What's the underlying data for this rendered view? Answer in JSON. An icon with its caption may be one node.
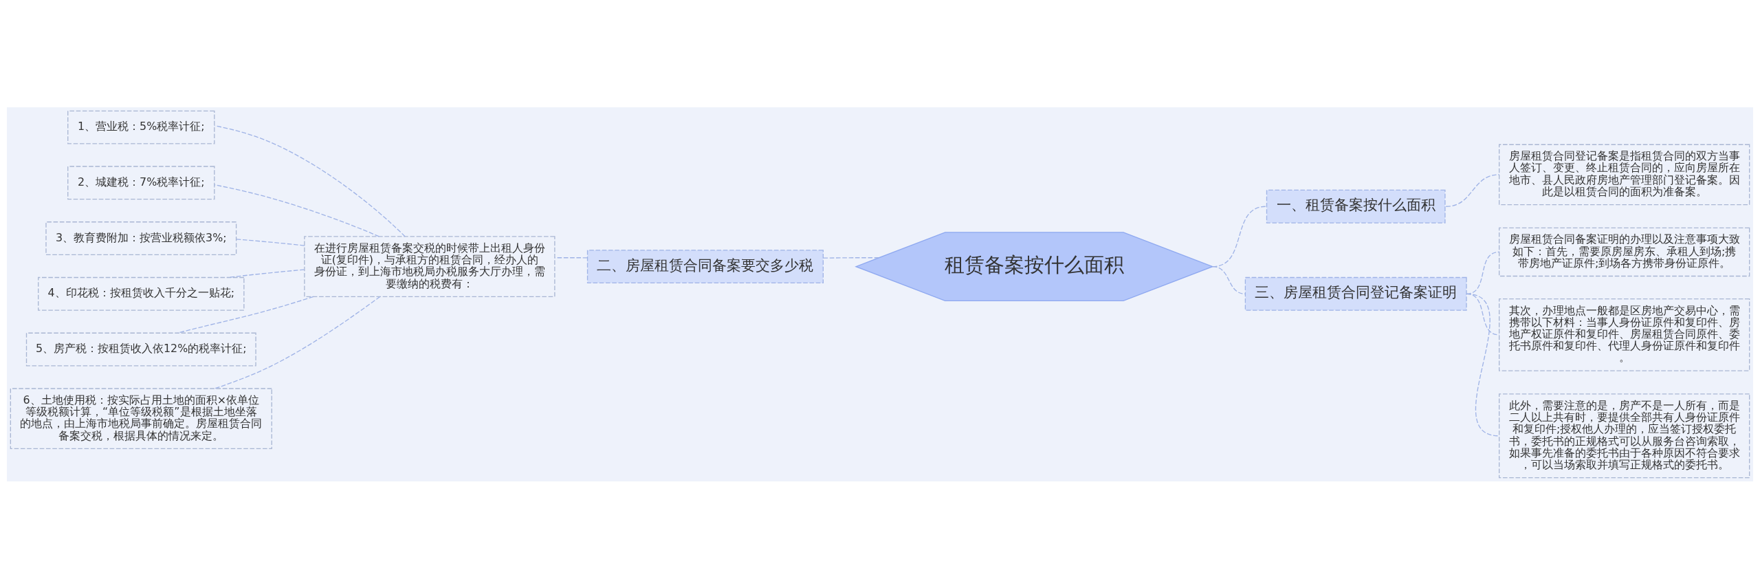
{
  "diagram": {
    "nodes": [
      {
        "text": [
          "租赁备案按什么面积"
        ]
      },
      {
        "text": [
          "一、租赁备案按什么面积"
        ]
      },
      {
        "text": [
          "房屋租赁合同登记备案是指租赁合同的双方当事人签订、变更、终止租赁合同的，应向房屋所在地市、县人民政府房地产管理部门登记备案。因此是以租赁合同的面积为准备案。"
        ]
      },
      {
        "text": [
          "二、房屋租赁合同备案要交多少税"
        ]
      },
      {
        "text": [
          "在进行房屋租赁备案交税的时候带上出租人身份证(复印件)，与承租方的租赁合同，经办人的身份证，到上海市地税局办税服务大厅办理，需要缴纳的税费有："
        ]
      },
      {
        "text": [
          "1、营业税：5%税率计征;"
        ]
      },
      {
        "text": [
          "2、城建税：7%税率计征;"
        ]
      },
      {
        "text": [
          "3、教育费附加：按营业税额依3%;"
        ]
      },
      {
        "text": [
          "4、印花税：按租赁收入千分之一贴花;"
        ]
      },
      {
        "text": [
          "5、房产税：按租赁收入依12%的税率计征;"
        ]
      },
      {
        "text": [
          "6、土地使用税：按实际占用土地的面积×依单位等级税额计算，“单位等级税额”是根据土地坐落的地点，由上海市地税局事前确定。房屋租赁合同备案交税，根据具体的情况来定。"
        ]
      },
      {
        "text": [
          "三、房屋租赁合同登记备案证明"
        ]
      },
      {
        "text": [
          "房屋租赁合同备案证明的办理以及注意事项大致如下：首先，需要原房屋房东、承租人到场;携带房地产证原件;到场各方携带身份证原件。"
        ]
      },
      {
        "text": [
          "其次，办理地点一般都是区房地产交易中心，需携带以下材料：当事人身份证原件和复印件、房地产权证原件和复印件、房屋租赁合同原件、委托书原件和复印件、代理人身份证原件和复印件。"
        ]
      },
      {
        "text": [
          "此外，需要注意的是，房产不是一人所有，而是二人以上共有时，要提供全部共有人身份证原件和复印件;授权他人办理的，应当签订授权委托书，委托书的正规格式可以从服务台咨询索取，如果事先准备的委托书由于各种原因不符合要求，可以当场索取并填写正规格式的委托书。"
        ]
      }
    ],
    "edges": [
      {
        "from": 0,
        "to": 1,
        "arrow": "none",
        "style": "dashed"
      },
      {
        "from": 1,
        "to": 2,
        "arrow": "none",
        "style": "dashed"
      },
      {
        "from": 0,
        "to": 3,
        "arrow": "none",
        "style": "dashed"
      },
      {
        "from": 3,
        "to": 4,
        "arrow": "none",
        "style": "dashed"
      },
      {
        "from": 4,
        "to": 5,
        "arrow": "none",
        "style": "dashed"
      },
      {
        "from": 4,
        "to": 6,
        "arrow": "none",
        "style": "dashed"
      },
      {
        "from": 4,
        "to": 7,
        "arrow": "none",
        "style": "dashed"
      },
      {
        "from": 4,
        "to": 8,
        "arrow": "none",
        "style": "dashed"
      },
      {
        "from": 4,
        "to": 9,
        "arrow": "none",
        "style": "dashed"
      },
      {
        "from": 4,
        "to": 10,
        "arrow": "none",
        "style": "dashed"
      },
      {
        "from": 0,
        "to": 11,
        "arrow": "none",
        "style": "dashed"
      },
      {
        "from": 11,
        "to": 12,
        "arrow": "none",
        "style": "dashed"
      },
      {
        "from": 11,
        "to": 13,
        "arrow": "none",
        "style": "dashed"
      },
      {
        "from": 11,
        "to": 14,
        "arrow": "none",
        "style": "dashed"
      }
    ]
  }
}
